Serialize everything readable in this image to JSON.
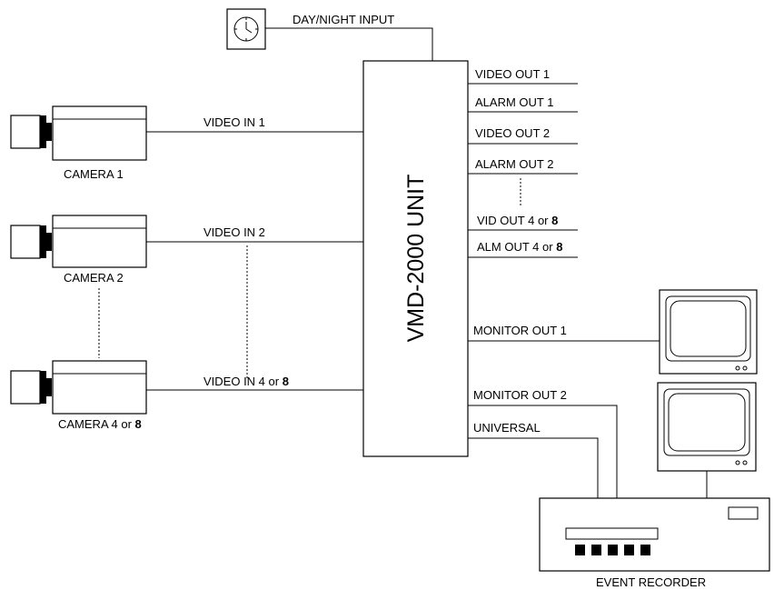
{
  "unit": {
    "title": "VMD-2000 UNIT"
  },
  "day_night": {
    "label": "DAY/NIGHT INPUT",
    "icon": "clock-icon"
  },
  "cameras": [
    {
      "label": "CAMERA 1",
      "input": "VIDEO IN 1"
    },
    {
      "label": "CAMERA 2",
      "input": "VIDEO IN 2"
    },
    {
      "label_prefix": "CAMERA 4 or ",
      "label_suffix": "8",
      "input_prefix": "VIDEO IN 4 or ",
      "input_suffix": "8"
    }
  ],
  "outputs": [
    {
      "label": "VIDEO OUT 1"
    },
    {
      "label": "ALARM OUT 1"
    },
    {
      "label": "VIDEO OUT 2"
    },
    {
      "label": "ALARM OUT 2"
    },
    {
      "label_prefix": "VID OUT 4 or ",
      "label_suffix": "8"
    },
    {
      "label_prefix": "ALM OUT 4 or ",
      "label_suffix": "8"
    }
  ],
  "monitor_out_1": "MONITOR  OUT 1",
  "monitor_out_2": "MONITOR OUT 2",
  "universal": "UNIVERSAL",
  "event_recorder": "EVENT RECORDER"
}
